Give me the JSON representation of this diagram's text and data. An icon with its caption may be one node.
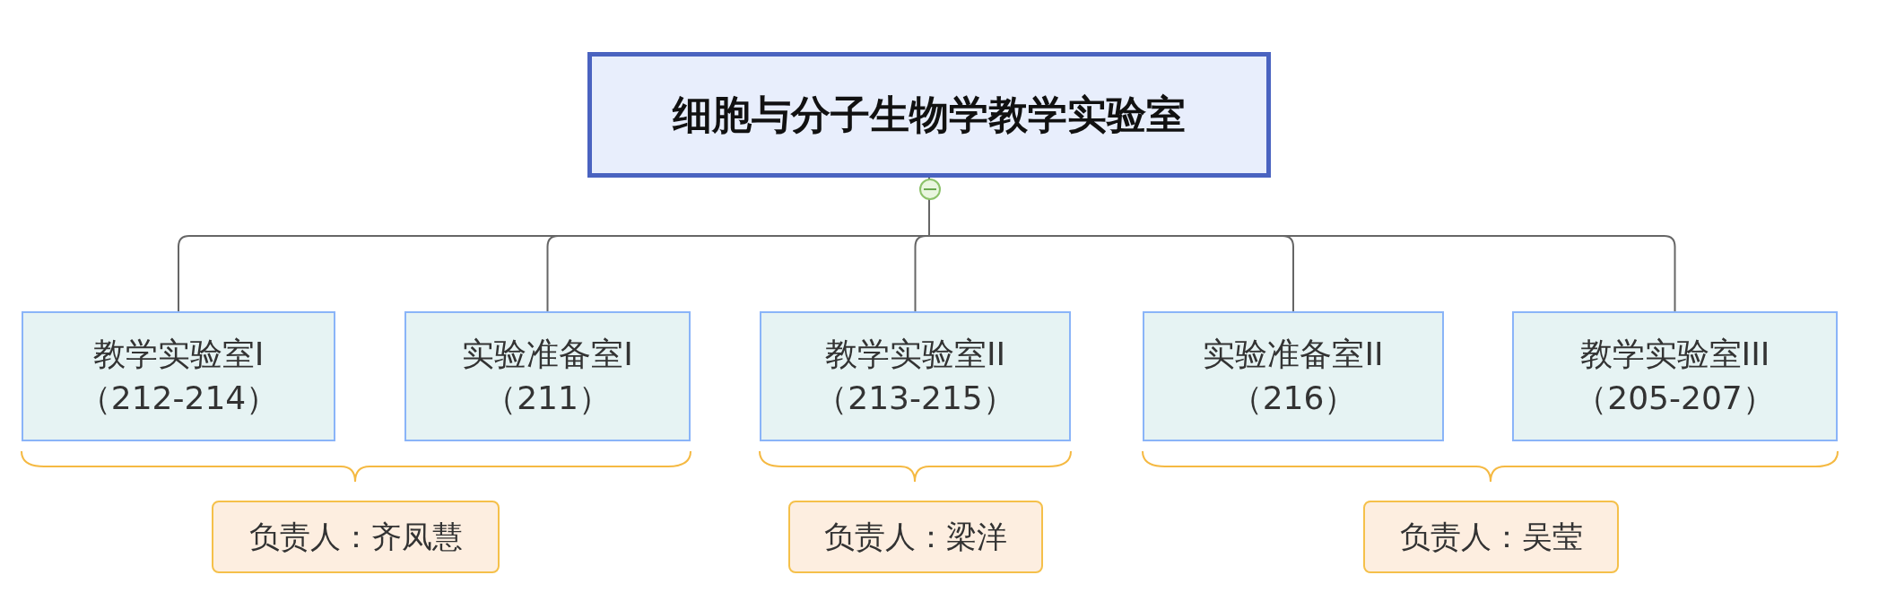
{
  "diagram": {
    "nodes": [
      {
        "text": [
          "细胞与分子生物学教学实验室"
        ]
      },
      {
        "text": [
          "教学实验室I",
          "（212-214）"
        ]
      },
      {
        "text": [
          "实验准备室I",
          "（211）"
        ]
      },
      {
        "text": [
          "教学实验室II",
          "（213-215）"
        ]
      },
      {
        "text": [
          "实验准备室II",
          "（216）"
        ]
      },
      {
        "text": [
          "教学实验室III",
          "（205-207）"
        ]
      },
      {
        "text": [
          "负责人：齐凤慧"
        ]
      },
      {
        "text": [
          "负责人：梁洋"
        ]
      },
      {
        "text": [
          "负责人：吴莹"
        ]
      }
    ],
    "edges": [
      {
        "from": 0,
        "to": 1,
        "arrow": "none"
      },
      {
        "from": 0,
        "to": 2,
        "arrow": "none"
      },
      {
        "from": 0,
        "to": 3,
        "arrow": "none"
      },
      {
        "from": 0,
        "to": 4,
        "arrow": "none"
      },
      {
        "from": 0,
        "to": 5,
        "arrow": "none"
      }
    ]
  }
}
